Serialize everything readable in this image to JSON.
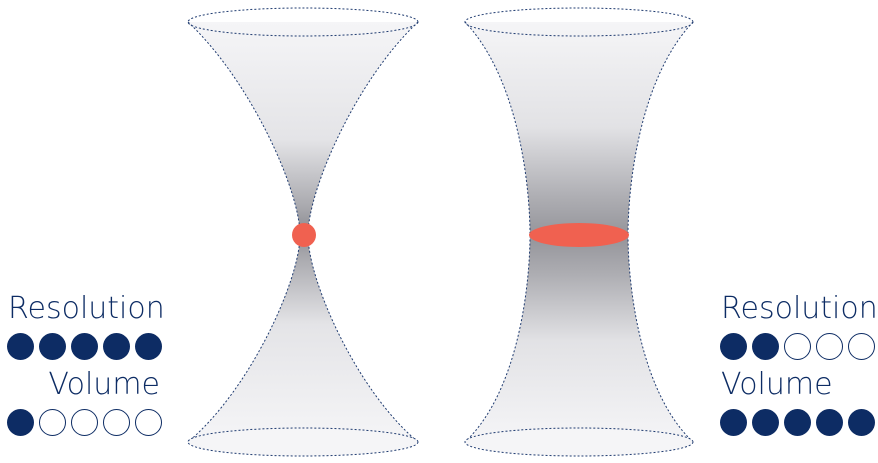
{
  "colors": {
    "accent": "#0d2c64",
    "focus_spot": "#f06150",
    "outline": "#1f3b70",
    "cone_light": "#f4f4f6",
    "cone_dark": "#8f8f96"
  },
  "left_panel": {
    "resolution_label": "Resolution",
    "resolution_rating": 5,
    "volume_label": "Volume",
    "volume_rating": 1,
    "rating_max": 5
  },
  "right_panel": {
    "resolution_label": "Resolution",
    "resolution_rating": 2,
    "volume_label": "Volume",
    "volume_rating": 5,
    "rating_max": 5
  }
}
